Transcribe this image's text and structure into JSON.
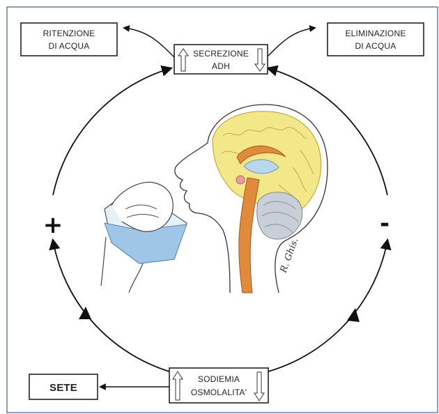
{
  "boxes": {
    "ritenzione": [
      "RITENZIONE",
      "DI ACQUA"
    ],
    "secrezione": [
      "SECREZIONE",
      "ADH"
    ],
    "eliminazione": [
      "ELIMINAZIONE",
      "DI ACQUA"
    ],
    "sodiemia": [
      "SODIEMIA",
      "OSMOLALITA'"
    ],
    "sete": "SETE"
  },
  "signs": {
    "left": "+",
    "right": "-"
  },
  "signature": "R. Ghis.",
  "colors": {
    "frame_blue": "#3b5ea8",
    "brain_yellow": "#f2e88a",
    "brain_orange": "#e08a3c",
    "ventricle_blue": "#b9d8ee",
    "cerebellum_grey": "#c8cfd8",
    "water_blue": "#9fc6e6"
  }
}
